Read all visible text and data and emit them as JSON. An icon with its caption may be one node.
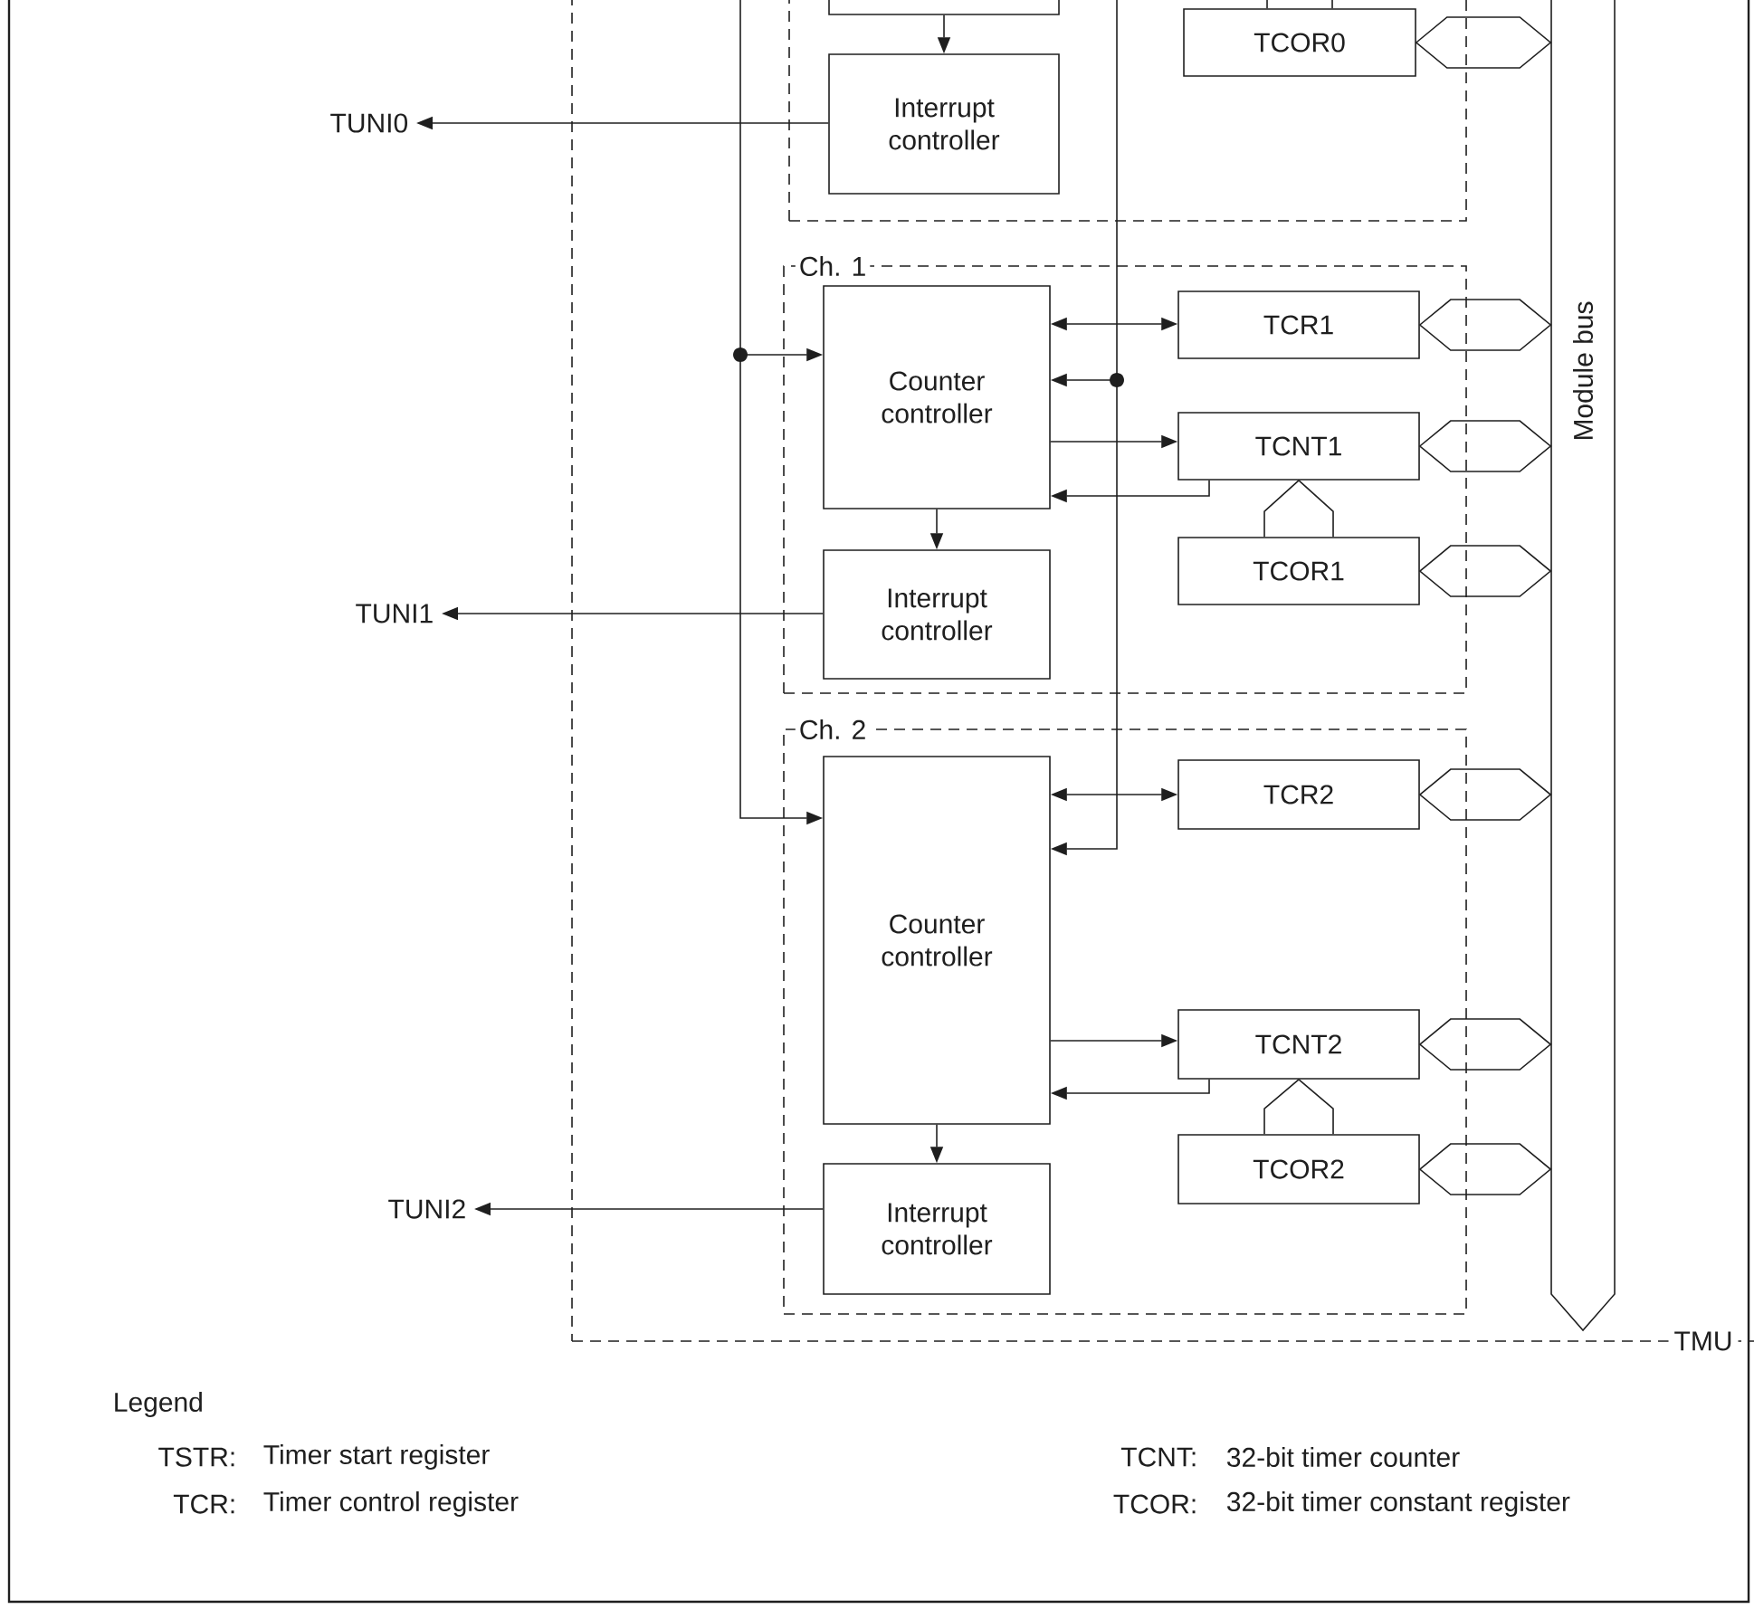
{
  "diagram": {
    "nodes": [
      {
        "text": [
          "TMU"
        ]
      },
      {
        "text": [],
        "shape": "box",
        "in": 0
      },
      {
        "text": [],
        "shape": "box",
        "in": 1
      },
      {
        "text": [
          "Interrupt controller"
        ],
        "in": 1
      },
      {
        "text": [
          "TCOR0"
        ],
        "in": 1
      },
      {
        "text": [
          "Ch. 1"
        ],
        "in": 0
      },
      {
        "text": [
          "Counter controller"
        ],
        "in": 5
      },
      {
        "text": [
          "TCR1"
        ],
        "in": 5
      },
      {
        "text": [
          "TCNT1"
        ],
        "in": 5
      },
      {
        "text": [
          "TCOR1"
        ],
        "in": 5
      },
      {
        "text": [
          "Interrupt controller"
        ],
        "in": 5
      },
      {
        "text": [
          "Ch. 2"
        ],
        "in": 0
      },
      {
        "text": [
          "Counter controller"
        ],
        "in": 11
      },
      {
        "text": [
          "TCR2"
        ],
        "in": 11
      },
      {
        "text": [
          "TCNT2"
        ],
        "in": 11
      },
      {
        "text": [
          "TCOR2"
        ],
        "in": 11
      },
      {
        "text": [
          "Interrupt controller"
        ],
        "in": 11
      },
      {
        "text": [
          "Module bus"
        ],
        "in": 0
      },
      {
        "text": [
          "TUNI0"
        ]
      },
      {
        "text": [
          "TUNI1"
        ]
      },
      {
        "text": [
          "TUNI2"
        ]
      }
    ],
    "edges": [
      {
        "from": 2,
        "to": 3,
        "arrow": "to"
      },
      {
        "from": 3,
        "to": 18,
        "arrow": "to"
      },
      {
        "from": 4,
        "to": 17,
        "arrow": "both"
      },
      {
        "from": 4,
        "to": null,
        "arrow": "none"
      },
      {
        "from": null,
        "to": 6,
        "arrow": "to"
      },
      {
        "from": null,
        "to": 12,
        "arrow": "to"
      },
      {
        "from": null,
        "to": 6,
        "arrow": "to"
      },
      {
        "from": 1,
        "to": 12,
        "arrow": "to"
      },
      {
        "from": 6,
        "to": 7,
        "arrow": "both"
      },
      {
        "from": 6,
        "to": 8,
        "arrow": "to"
      },
      {
        "from": 8,
        "to": 6,
        "arrow": "to"
      },
      {
        "from": 9,
        "to": 8,
        "arrow": "none"
      },
      {
        "from": 7,
        "to": 17,
        "arrow": "both"
      },
      {
        "from": 8,
        "to": 17,
        "arrow": "both"
      },
      {
        "from": 9,
        "to": 17,
        "arrow": "both"
      },
      {
        "from": 6,
        "to": 10,
        "arrow": "to"
      },
      {
        "from": 10,
        "to": 19,
        "arrow": "to"
      },
      {
        "from": 12,
        "to": 13,
        "arrow": "both"
      },
      {
        "from": 12,
        "to": 14,
        "arrow": "to"
      },
      {
        "from": 14,
        "to": 12,
        "arrow": "to"
      },
      {
        "from": 15,
        "to": 14,
        "arrow": "none"
      },
      {
        "from": 13,
        "to": 17,
        "arrow": "both"
      },
      {
        "from": 14,
        "to": 17,
        "arrow": "both"
      },
      {
        "from": 15,
        "to": 17,
        "arrow": "both"
      },
      {
        "from": 12,
        "to": 16,
        "arrow": "to"
      },
      {
        "from": 16,
        "to": 20,
        "arrow": "to"
      }
    ],
    "labels": [
      "Legend",
      "TSTR:",
      "Timer start register",
      "TCNT:",
      "32-bit timer counter",
      "TCR:",
      "Timer control register",
      "TCOR:",
      "32-bit timer constant register"
    ]
  }
}
